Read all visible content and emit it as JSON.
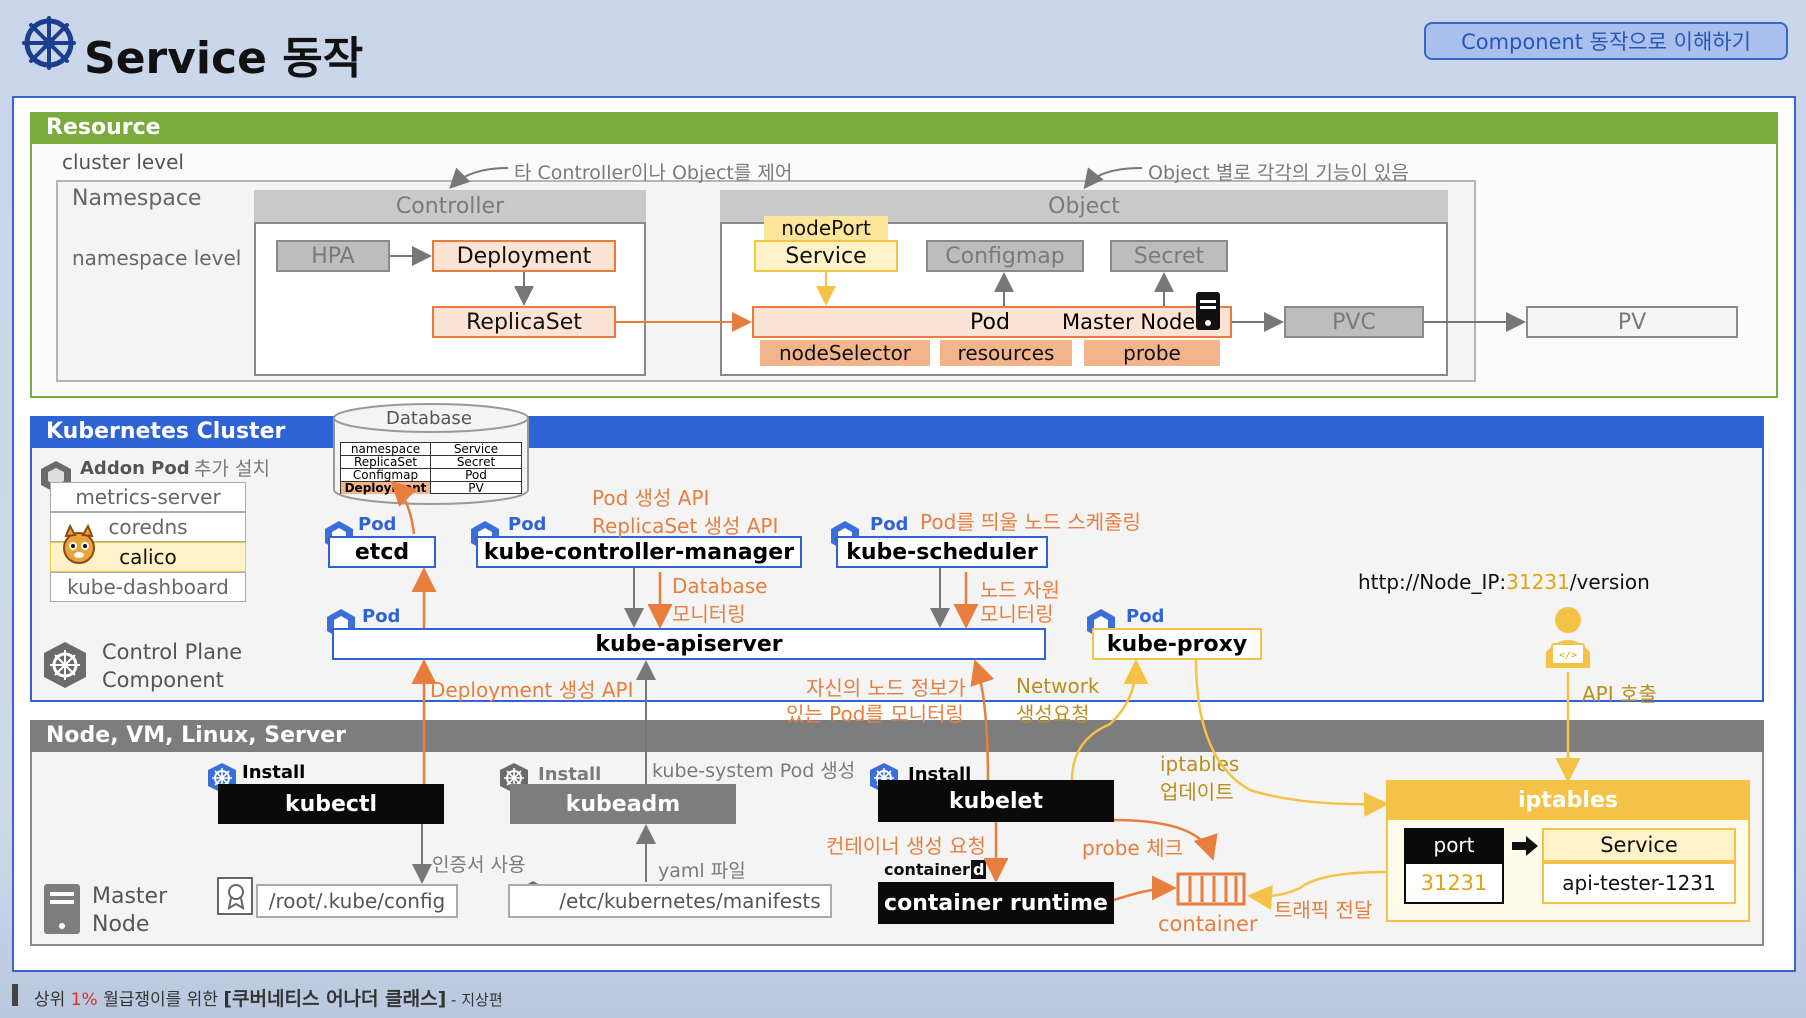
{
  "header": {
    "title": "Service 동작",
    "badge": "Component 동작으로 이해하기"
  },
  "resource": {
    "header": "Resource",
    "cluster_level": "cluster level",
    "namespace": "Namespace",
    "namespace_level": "namespace  level",
    "controller_note": "타 Controller이나 Object를 제어",
    "object_note": "Object 별로 각각의 기능이 있음",
    "controller_title": "Controller",
    "object_title": "Object",
    "hpa": "HPA",
    "deployment": "Deployment",
    "replicaset": "ReplicaSet",
    "nodeport": "nodePort",
    "service": "Service",
    "configmap": "Configmap",
    "secret": "Secret",
    "pod": "Pod",
    "master_node": "Master Node",
    "node_selector": "nodeSelector",
    "resources": "resources",
    "probe": "probe",
    "pvc": "PVC",
    "pv": "PV"
  },
  "cluster": {
    "header": "Kubernetes Cluster",
    "database_title": "Database",
    "database_rows": [
      [
        "namespace",
        "Service"
      ],
      [
        "ReplicaSet",
        "Secret"
      ],
      [
        "Configmap",
        "Pod"
      ],
      [
        "Deployment",
        "PV"
      ]
    ],
    "addon_pod": "Addon Pod",
    "addon_note": "추가 설치",
    "addons": [
      "metrics-server",
      "coredns",
      "calico",
      "kube-dashboard"
    ],
    "pod_label": "Pod",
    "etcd": "etcd",
    "controller_manager": "kube-controller-manager",
    "scheduler": "kube-scheduler",
    "apiserver": "kube-apiserver",
    "kube_proxy": "kube-proxy",
    "cm_note_1": "Pod 생성 API",
    "cm_note_2": "ReplicaSet 생성 API",
    "db_monitor_1": "Database",
    "db_monitor_2": "모니터링",
    "sched_note": "Pod를 띄울 노드 스케줄링",
    "node_res_1": "노드 자원",
    "node_res_2": "모니터링",
    "cp_component_1": "Control Plane",
    "cp_component_2": "Component",
    "url_prefix": "http://Node_IP:",
    "url_port": "31231",
    "url_suffix": "/version",
    "api_call": "API 호출"
  },
  "node": {
    "header": "Node, VM, Linux, Server",
    "deploy_api": "Deployment  생성 API",
    "node_info_1": "자신의 노드 정보가",
    "node_info_2": "있는 Pod를 모니터링",
    "network_1": "Network",
    "network_2": "생성요청",
    "iptables_update_1": "iptables",
    "iptables_update_2": "업데이트",
    "install": "Install",
    "kubectl": "kubectl",
    "kubeadm": "kubeadm",
    "kubelet": "kubelet",
    "kube_system_note": "kube-system Pod 생성",
    "cert_note": "인증서 사용",
    "yaml_note": "yaml 파일",
    "container_create": "컨테이너 생성 요청",
    "probe_check": "probe 체크",
    "container_logo": "container",
    "container_runtime": "container runtime",
    "container": "container",
    "traffic": "트래픽 전달",
    "config_path": "/root/.kube/config",
    "manifests_path": "/etc/kubernetes/manifests",
    "master_1": "Master",
    "master_2": "Node",
    "iptables": "iptables",
    "port_header": "port",
    "port_value": "31231",
    "svc_header": "Service",
    "svc_value": "api-tester-1231"
  },
  "footer": {
    "prefix": "상위 ",
    "highlight": "1%",
    "mid": " 월급쟁이를 위한 ",
    "course": "[쿠버네티스 어나더 클래스]",
    "suffix": " - 지상편"
  },
  "colors": {
    "green_header": "#7bab3f",
    "blue_header": "#2e63d6",
    "gray_header": "#7d7d7d",
    "orange": "#e77e3d",
    "gold": "#f4c247",
    "navy": "#1b3e8f"
  }
}
